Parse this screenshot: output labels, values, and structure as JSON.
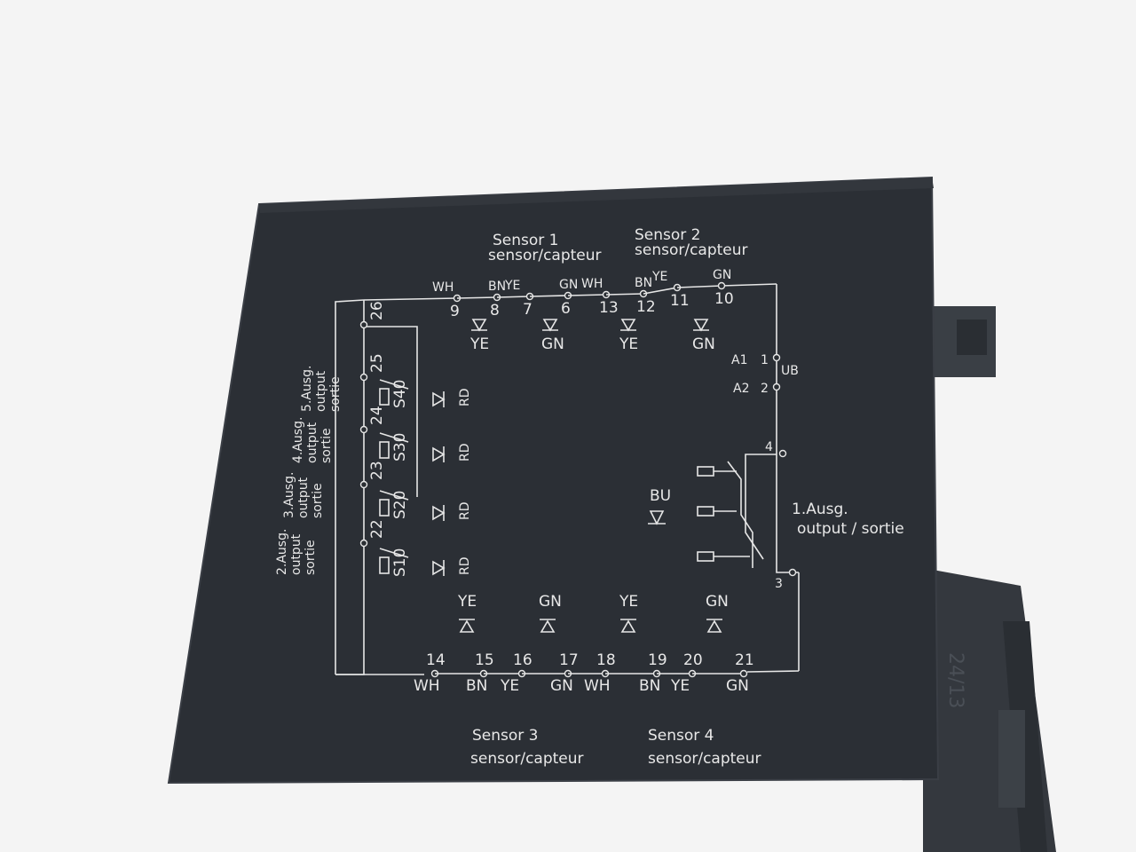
{
  "device": {
    "sensor_labels": [
      {
        "title": "Sensor 1",
        "sub": "sensor/capteur"
      },
      {
        "title": "Sensor 2",
        "sub": "sensor/capteur"
      },
      {
        "title": "Sensor 3",
        "sub": "sensor/capteur"
      },
      {
        "title": "Sensor 4",
        "sub": "sensor/capteur"
      }
    ],
    "top_terminals": [
      "9",
      "8",
      "7",
      "6",
      "13",
      "12",
      "11",
      "10"
    ],
    "top_wires": [
      "WH",
      "BN",
      "YE",
      "GN",
      "WH",
      "BN",
      "YE",
      "GN"
    ],
    "top_led_colors": [
      "YE",
      "GN",
      "YE",
      "GN"
    ],
    "bottom_terminals": [
      "14",
      "15",
      "16",
      "17",
      "18",
      "19",
      "20",
      "21"
    ],
    "bottom_wires": [
      "WH",
      "BN",
      "YE",
      "GN",
      "WH",
      "BN",
      "YE",
      "GN"
    ],
    "bottom_led_colors": [
      "YE",
      "GN",
      "YE",
      "GN"
    ],
    "left_terminals": [
      "26",
      "25",
      "24",
      "23",
      "22"
    ],
    "left_switches": [
      "S40",
      "S30",
      "S20",
      "S10"
    ],
    "left_led_colors": [
      "RD",
      "RD",
      "RD",
      "RD"
    ],
    "outputs": [
      {
        "a": "5.Ausg.",
        "b": "output",
        "c": "sortie"
      },
      {
        "a": "4.Ausg.",
        "b": "output",
        "c": "sortie"
      },
      {
        "a": "3.Ausg.",
        "b": "output",
        "c": "sortie"
      },
      {
        "a": "2.Ausg.",
        "b": "output",
        "c": "sortie"
      }
    ],
    "power": {
      "a1": "A1",
      "t1": "1",
      "a2": "A2",
      "t2": "2",
      "ub": "UB"
    },
    "main_output": {
      "line1": "1.Ausg.",
      "line2": "output / sortie",
      "t4": "4",
      "t3": "3"
    },
    "center_led": "BU",
    "handwritten": "24/13"
  },
  "colors": {
    "housing": "#2b2f35",
    "print": "#e6e6e6",
    "background": "#f4f4f4",
    "rail": "#3a3f45"
  }
}
